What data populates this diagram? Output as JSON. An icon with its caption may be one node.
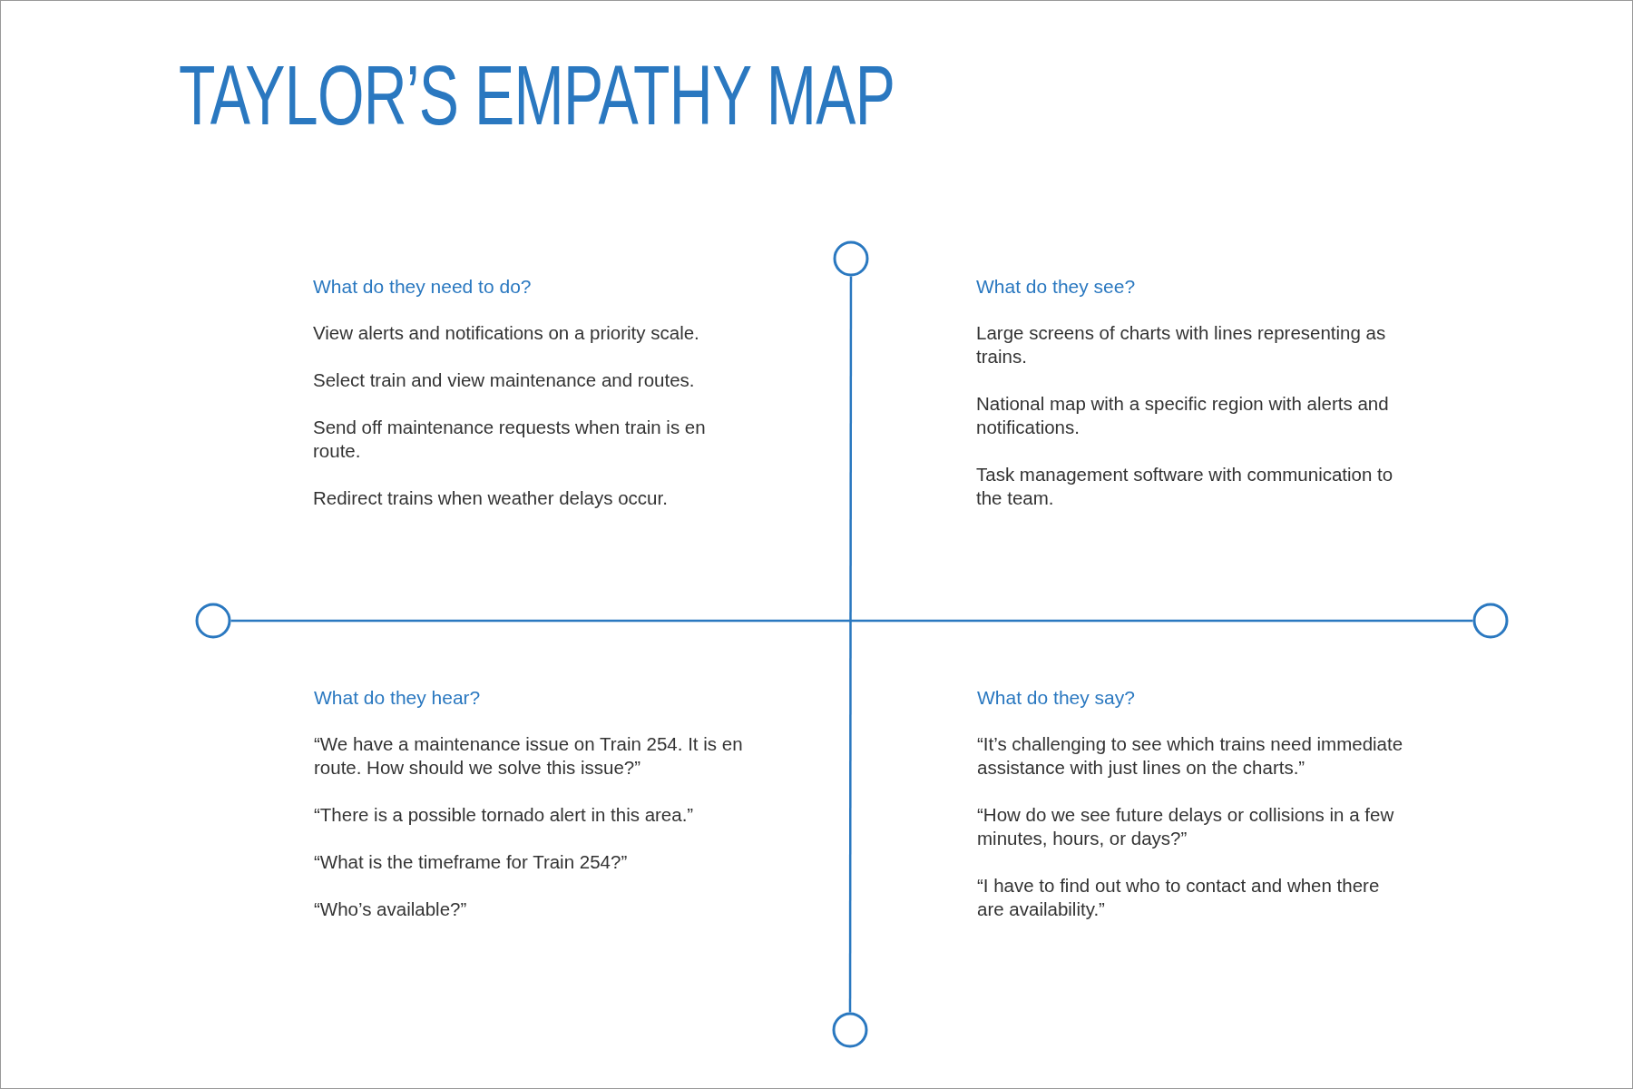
{
  "diagram": {
    "title": "TAYLOR’S EMPATHY MAP",
    "nodes": [
      {
        "text": [],
        "shape": "circle"
      },
      {
        "text": [],
        "shape": "circle"
      },
      {
        "text": [],
        "shape": "circle"
      },
      {
        "text": [],
        "shape": "circle"
      }
    ],
    "edges": [
      {
        "from": 0,
        "to": 3,
        "arrow": "none"
      },
      {
        "from": 1,
        "to": 2,
        "arrow": "none"
      }
    ],
    "labels": [
      "What do they need to do?",
      "View alerts and notifications on a priority scale.",
      "Select train and view maintenance and routes.",
      "Send off maintenance requests when train is en route.",
      "Redirect trains when weather delays occur.",
      "What do they see?",
      "Large screens of charts with lines representing as trains.",
      "National map with a specific region with alerts and notifications.",
      "Task management software with communication to the team.",
      "What do they hear?",
      "“We have a maintenance issue on Train 254. It is en route. How should we solve this issue?”",
      "“There is a possible tornado alert in this area.”",
      "“What is the timeframe for Train 254?”",
      "“Who’s available?”",
      "What do they say?",
      "“It’s challenging to see which trains need immediate assistance with just lines on the charts.”",
      "“How do we see future delays or collisions in a few minutes, hours, or days?”",
      "“I have to find out who to contact and when there are availability.”"
    ]
  }
}
